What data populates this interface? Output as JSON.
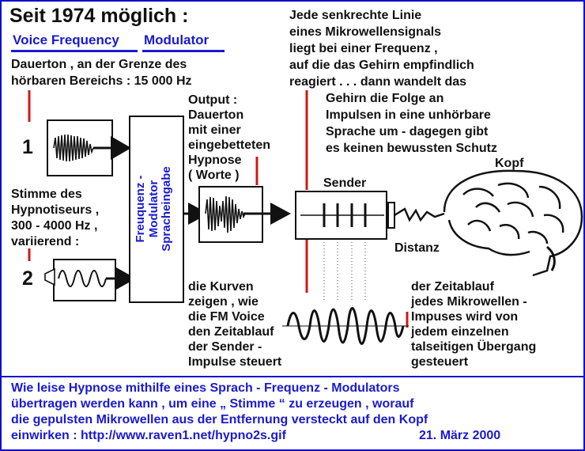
{
  "title": "Seit 1974 möglich :",
  "subtitle": {
    "part1": "Voice Frequency",
    "part2": "Modulator"
  },
  "intro": [
    "Dauerton , an der Grenze des",
    "hörbaren Bereichs : 15 000 Hz"
  ],
  "right_text": [
    "Jede senkrechte Linie",
    "eines Mikrowellensignals",
    "liegt bei einer Frequenz ,",
    "auf die das Gehirn empfindlich",
    "reagiert . . . dann wandelt das",
    "Gehirn die Folge an",
    "Impulsen in eine unhörbare",
    "Sprache um - dagegen gibt",
    "es keinen bewussten Schutz"
  ],
  "output_text": [
    "Output :",
    "Dauerton",
    "mit einer",
    "eingebetteten",
    "Hypnose",
    "( Worte )"
  ],
  "input_1": "1",
  "input_2": "2",
  "stimme_text": [
    "Stimme des",
    "Hypnotiseurs ,",
    "300 - 4000 Hz ,",
    "variierend :"
  ],
  "modulator_label": [
    "Freuquenz -",
    "Modulator",
    "Spracheingabe"
  ],
  "sender_label": "Sender",
  "kopf_label": "Kopf",
  "distanz_label": "Distanz",
  "curves_text": [
    "die Kurven",
    "zeigen , wie",
    "die FM Voice",
    "den Zeitablauf",
    "der Sender -",
    "Impulse steuert"
  ],
  "timing_text": [
    "der Zeitablauf",
    "jedes Mikrowellen -",
    "Impuses wird von",
    "jedem einzelnen",
    "talseitigen Übergang",
    "gesteuert"
  ],
  "footer": {
    "lines": [
      "Wie leise Hypnose mithilfe eines Sprach - Frequenz - Modulators",
      "übertragen werden kann , um eine „ Stimme “ zu erzeugen , worauf",
      "die gepulsten Mikrowellen aus der Entfernung versteckt auf den Kopf"
    ],
    "last_prefix": "einwirken :",
    "url": "http://www.raven1.net/hypno2s.gif",
    "date": "21. März 2000"
  },
  "colors": {
    "text": "#111111",
    "accent_blue": "#1a1ad0",
    "accent_red": "#d01818",
    "border": "#1010c8"
  }
}
